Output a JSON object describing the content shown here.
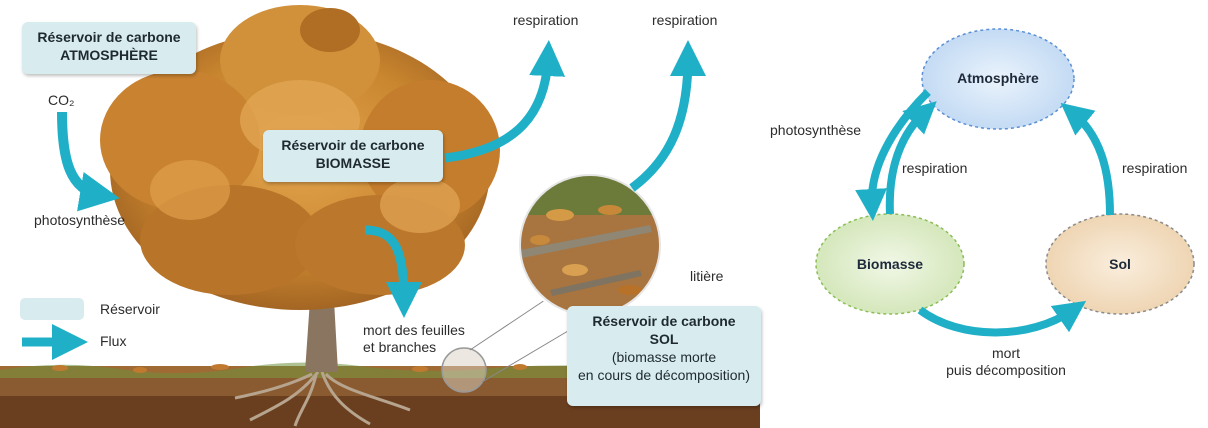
{
  "left": {
    "atmosphere_box": {
      "line1": "Réservoir de carbone",
      "line2": "ATMOSPHÈRE"
    },
    "co2_label": "CO₂",
    "photosynthese_label": "photosynthèse",
    "biomasse_box": {
      "line1": "Réservoir de carbone",
      "line2": "BIOMASSE"
    },
    "respiration_1": "respiration",
    "respiration_2": "respiration",
    "litiere_label": "litière",
    "mort_label": {
      "line1": "mort des feuilles",
      "line2": "et branches"
    },
    "sol_box": {
      "line1": "Réservoir de carbone",
      "line2": "SOL",
      "line3": "(biomasse morte",
      "line4": "en cours de décomposition)"
    },
    "legend": {
      "reservoir": "Réservoir",
      "flux": "Flux"
    }
  },
  "right": {
    "nodes": {
      "atmosphere": "Atmosphère",
      "biomasse": "Biomasse",
      "sol": "Sol"
    },
    "photosynthese": "photosynthèse",
    "respiration_left": "respiration",
    "respiration_right": "respiration",
    "mort": {
      "line1": "mort",
      "line2": "puis décomposition"
    }
  },
  "colors": {
    "arrow": "#1fb0c8",
    "reservoir_box": "#d8ecef",
    "atmosphere_fill": "#cfe2f6",
    "biomasse_fill": "#dcecc8",
    "sol_fill": "#f2dcc0",
    "foliage": "#c9862f",
    "soil": "#7a4a26"
  },
  "icons": [
    "co2-arrow",
    "flux-arrow",
    "tree-illustration",
    "litter-magnifier"
  ]
}
